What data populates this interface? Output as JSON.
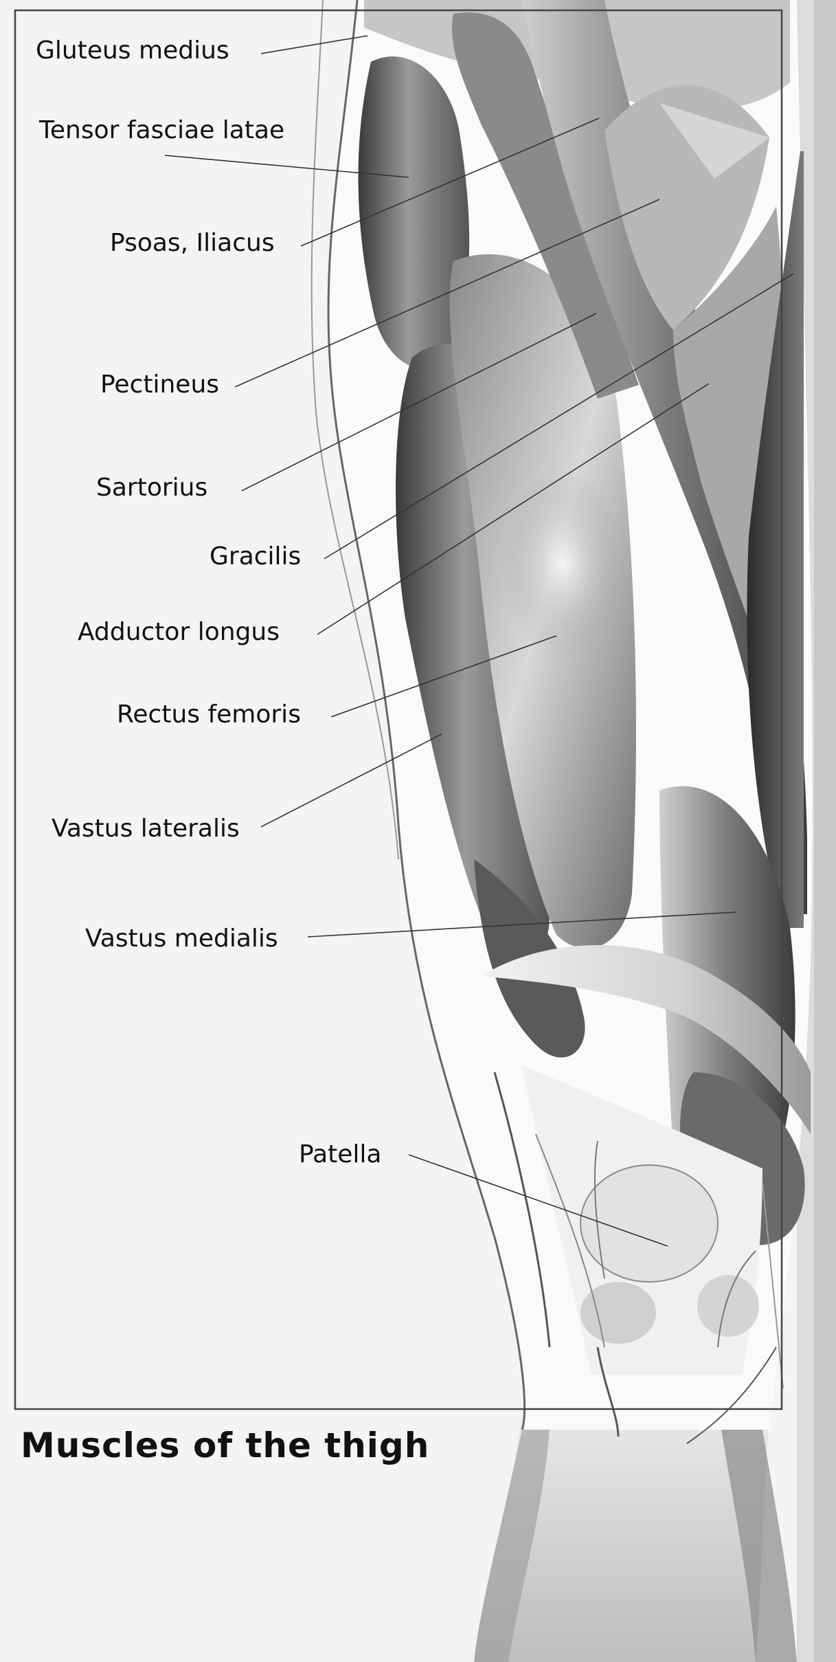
{
  "figure": {
    "title": "Muscles of the thigh",
    "labels": {
      "gluteus_medius": "Gluteus medius",
      "tensor_fasciae_latae": "Tensor fasciae latae",
      "psoas_iliacus": "Psoas, Iliacus",
      "pectineus": "Pectineus",
      "sartorius": "Sartorius",
      "gracilis": "Gracilis",
      "adductor_longus": "Adductor longus",
      "rectus_femoris": "Rectus femoris",
      "vastus_lateralis": "Vastus lateralis",
      "vastus_medialis": "Vastus medialis",
      "patella": "Patella"
    }
  }
}
